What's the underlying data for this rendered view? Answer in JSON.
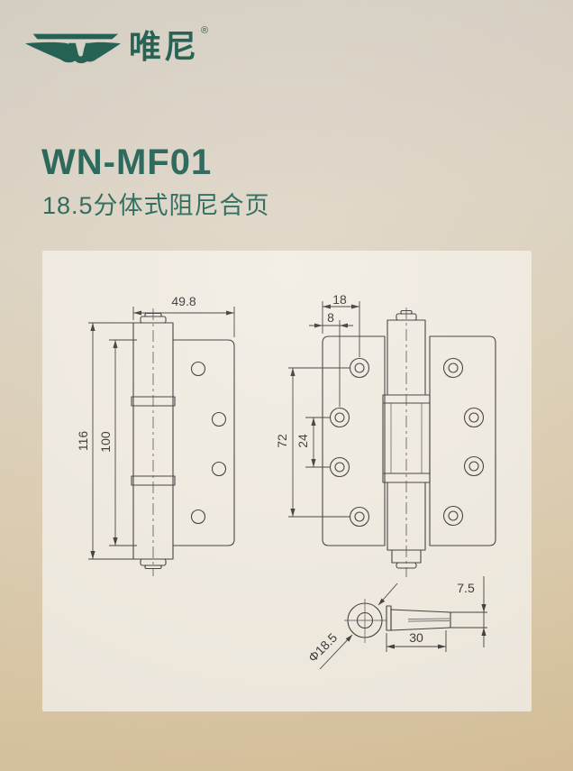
{
  "brand": {
    "name": "唯尼",
    "registered_mark": "®"
  },
  "product": {
    "model": "WN-MF01",
    "name": "18.5分体式阻尼合页"
  },
  "drawing": {
    "front_view": {
      "width": "49.8",
      "knuckle_height": "116",
      "leaf_height": "100"
    },
    "installed_view": {
      "hole_inset_outer": "18",
      "hole_inset_inner": "8",
      "hole_span": "72",
      "hole_spacing": "24"
    },
    "side_view": {
      "knuckle_diameter": "Φ18.5",
      "leaf_depth": "30",
      "leaf_thickness": "7.5"
    }
  },
  "colors": {
    "brand_green": "#17594b",
    "panel_bg": "#f2ede3",
    "line": "#3a3a3a"
  }
}
